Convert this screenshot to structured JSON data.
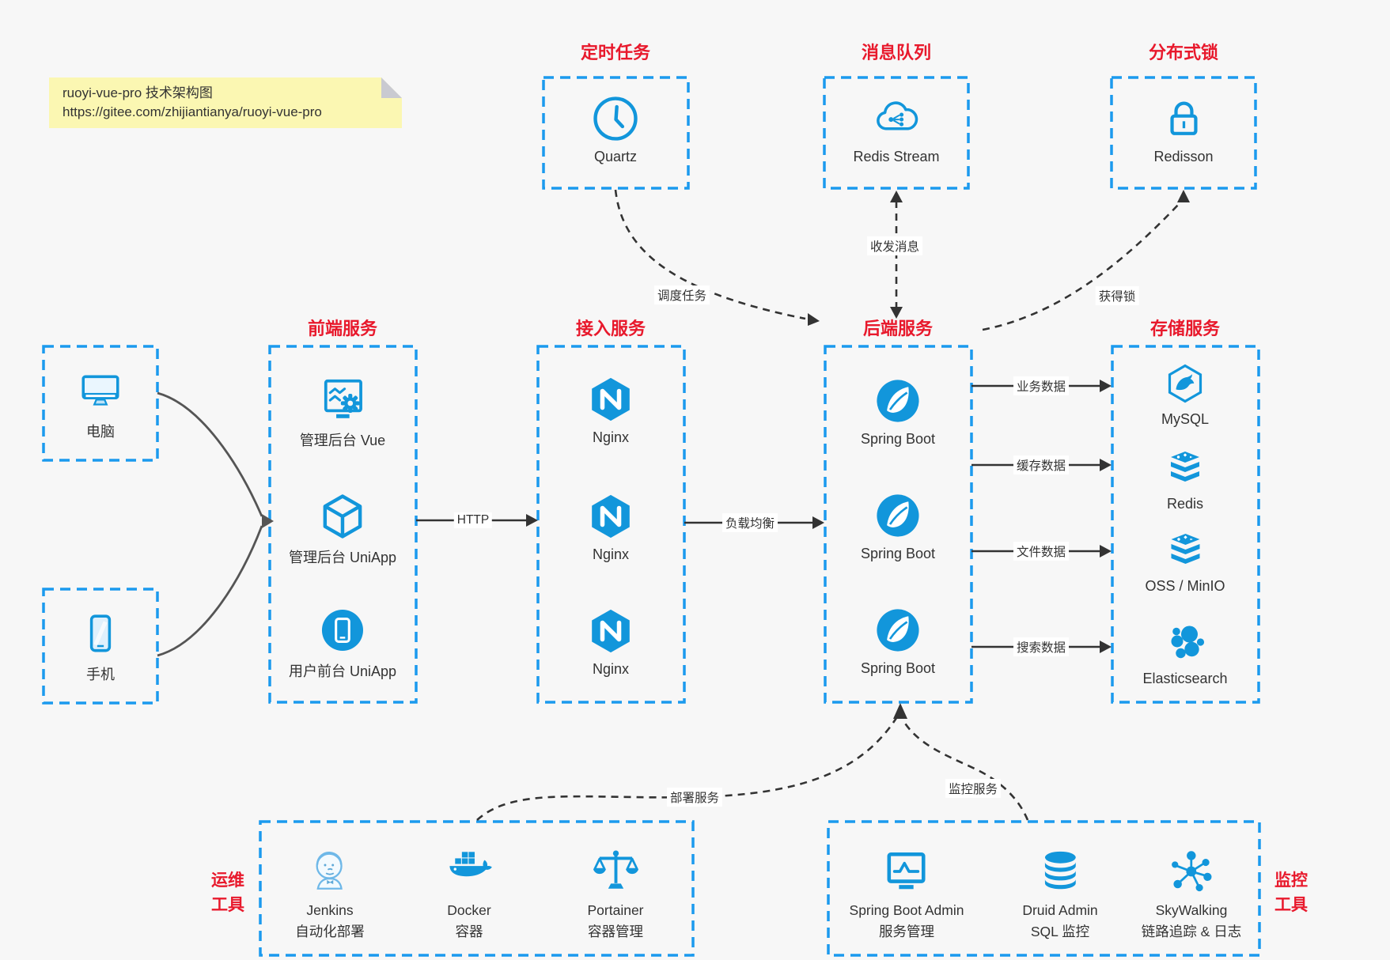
{
  "colors": {
    "background": "#f7f7f7",
    "box_border_blue": "#1b9aee",
    "icon_blue": "#1296db",
    "title_red": "#e8192c",
    "text_dark": "#333333",
    "note_bg": "#fbf7b2",
    "note_fold": "#c9cad1",
    "arrow_dark": "#333333",
    "arrow_gray": "#555555",
    "connector_label_bg": "#ffffff"
  },
  "note": {
    "line1": "ruoyi-vue-pro 技术架构图",
    "line2": "https://gitee.com/zhijiantianya/ruoyi-vue-pro"
  },
  "top_groups": [
    {
      "title": "定时任务",
      "item": {
        "icon": "clock-icon",
        "label": "Quartz"
      }
    },
    {
      "title": "消息队列",
      "item": {
        "icon": "cloud-stream-icon",
        "label": "Redis Stream"
      }
    },
    {
      "title": "分布式锁",
      "item": {
        "icon": "padlock-icon",
        "label": "Redisson"
      }
    }
  ],
  "clients": [
    {
      "icon": "desktop-icon",
      "label": "电脑"
    },
    {
      "icon": "smartphone-icon",
      "label": "手机"
    }
  ],
  "columns": [
    {
      "title": "前端服务",
      "items": [
        {
          "icon": "admin-vue-icon",
          "label": "管理后台 Vue"
        },
        {
          "icon": "cube-icon",
          "label": "管理后台 UniApp"
        },
        {
          "icon": "app-circle-icon",
          "label": "用户前台 UniApp"
        }
      ]
    },
    {
      "title": "接入服务",
      "items": [
        {
          "icon": "nginx-icon",
          "label": "Nginx"
        },
        {
          "icon": "nginx-icon",
          "label": "Nginx"
        },
        {
          "icon": "nginx-icon",
          "label": "Nginx"
        }
      ]
    },
    {
      "title": "后端服务",
      "items": [
        {
          "icon": "spring-icon",
          "label": "Spring Boot"
        },
        {
          "icon": "spring-icon",
          "label": "Spring Boot"
        },
        {
          "icon": "spring-icon",
          "label": "Spring Boot"
        }
      ]
    },
    {
      "title": "存储服务",
      "items": [
        {
          "icon": "mysql-icon",
          "label": "MySQL"
        },
        {
          "icon": "redis-stack-icon",
          "label": "Redis"
        },
        {
          "icon": "redis-stack-icon",
          "label": "OSS / MinIO"
        },
        {
          "icon": "elasticsearch-icon",
          "label": "Elasticsearch"
        }
      ]
    }
  ],
  "bottom_groups": [
    {
      "side_label": [
        "运维",
        "工具"
      ],
      "items": [
        {
          "icon": "jenkins-icon",
          "name": "Jenkins",
          "desc": "自动化部署"
        },
        {
          "icon": "docker-icon",
          "name": "Docker",
          "desc": "容器"
        },
        {
          "icon": "portainer-icon",
          "name": "Portainer",
          "desc": "容器管理"
        }
      ]
    },
    {
      "side_label": [
        "监控",
        "工具"
      ],
      "items": [
        {
          "icon": "sba-icon",
          "name": "Spring Boot Admin",
          "desc": "服务管理"
        },
        {
          "icon": "druid-icon",
          "name": "Druid Admin",
          "desc": "SQL 监控"
        },
        {
          "icon": "skywalking-icon",
          "name": "SkyWalking",
          "desc": "链路追踪 & 日志"
        }
      ]
    }
  ],
  "connectors": {
    "http": "HTTP",
    "load_balance": "负载均衡",
    "schedule": "调度任务",
    "messages": "收发消息",
    "acquire_lock": "获得锁",
    "biz_data": "业务数据",
    "cache_data": "缓存数据",
    "file_data": "文件数据",
    "search_data": "搜索数据",
    "deploy": "部署服务",
    "monitor": "监控服务"
  }
}
